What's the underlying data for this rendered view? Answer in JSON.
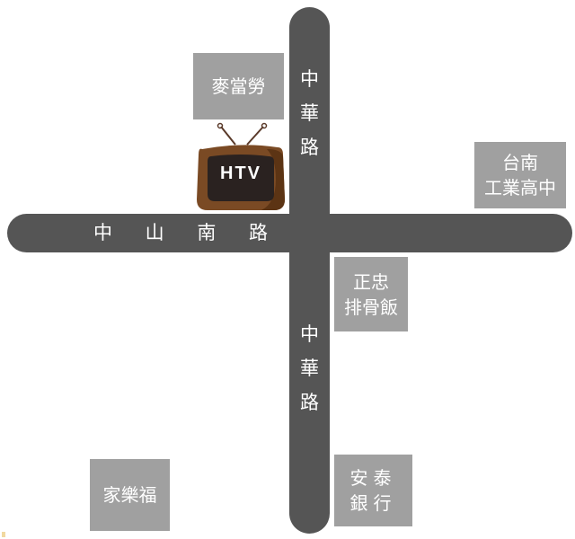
{
  "map": {
    "colors": {
      "road": "#555555",
      "road_text": "#ffffff",
      "landmark_bg": "#a0a0a0",
      "landmark_text": "#ffffff",
      "tv_frame": "#7a4a24",
      "tv_screen": "#2a2220"
    },
    "roads": {
      "horizontal": {
        "name": "中 山 南 路"
      },
      "vertical_top": {
        "chars": [
          "中",
          "華",
          "路"
        ]
      },
      "vertical_bottom": {
        "chars": [
          "中",
          "華",
          "路"
        ]
      }
    },
    "landmarks": {
      "mcdonalds": {
        "lines": [
          "麥當勞"
        ]
      },
      "school": {
        "lines": [
          "台南",
          "工業高中"
        ]
      },
      "pork_chop": {
        "lines": [
          "正忠",
          "排骨飯"
        ]
      },
      "bank": {
        "lines": [
          "安泰",
          "銀行"
        ]
      },
      "carrefour": {
        "lines": [
          "家樂福"
        ]
      }
    },
    "marker": {
      "icon": "tv-icon",
      "label": "HTV"
    }
  }
}
